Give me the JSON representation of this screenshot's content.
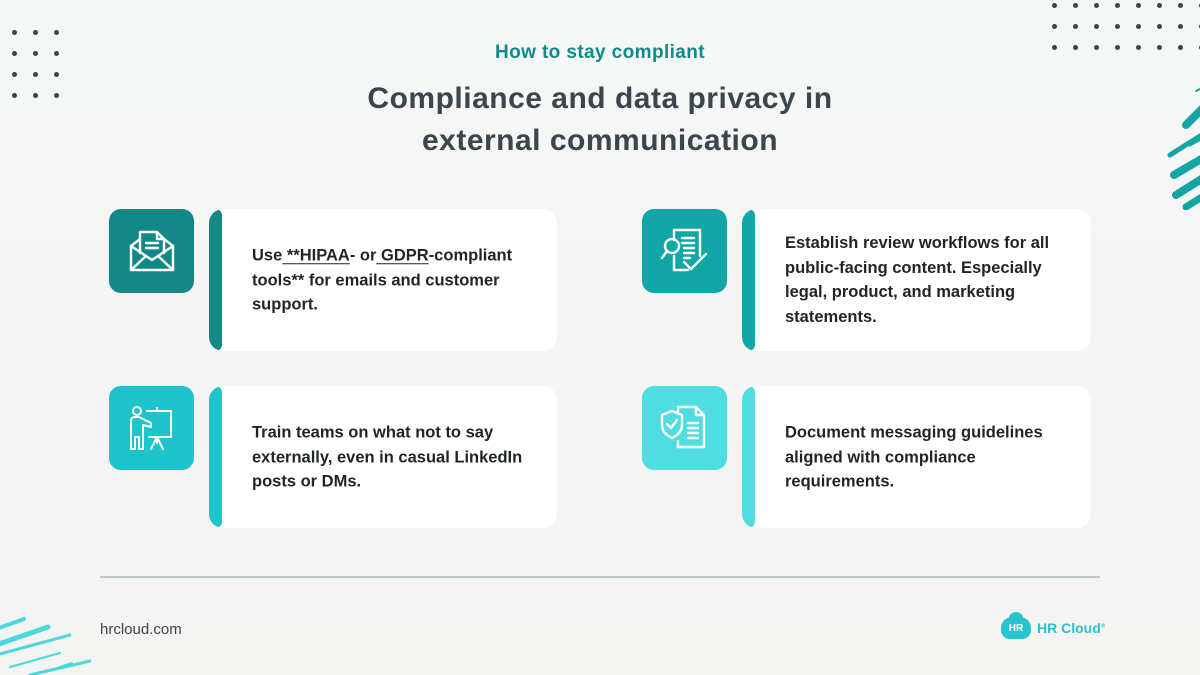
{
  "header": {
    "kicker": "How to stay compliant",
    "title_line1": "Compliance and data privacy in",
    "title_line2": "external communication"
  },
  "items": [
    {
      "icon": "email-document-icon",
      "color": "#138886",
      "parts": [
        "Use",
        " **HIPAA",
        "- or",
        " GDPR",
        "-compliant tools** for emails and customer support."
      ]
    },
    {
      "icon": "document-review-check-icon",
      "color": "#12a6a6",
      "text": "Establish review workflows for all public-facing content. Especially legal, product, and marketing statements."
    },
    {
      "icon": "presenter-training-icon",
      "color": "#1ec4c9",
      "text": "Train teams on what not to say externally, even in casual LinkedIn posts or DMs."
    },
    {
      "icon": "shield-document-icon",
      "color": "#50dde0",
      "text": "Document messaging guidelines aligned with compliance requirements."
    }
  ],
  "footer": {
    "url": "hrcloud.com",
    "logo_mark": "HR",
    "logo_text": "HR Cloud",
    "logo_reg": "®"
  },
  "colors": {
    "accent": "#118b87",
    "title": "#3a464d",
    "scribble_top": "#13a5a3",
    "scribble_bottom": "#4ad8dc",
    "dots": "#3a434a"
  }
}
